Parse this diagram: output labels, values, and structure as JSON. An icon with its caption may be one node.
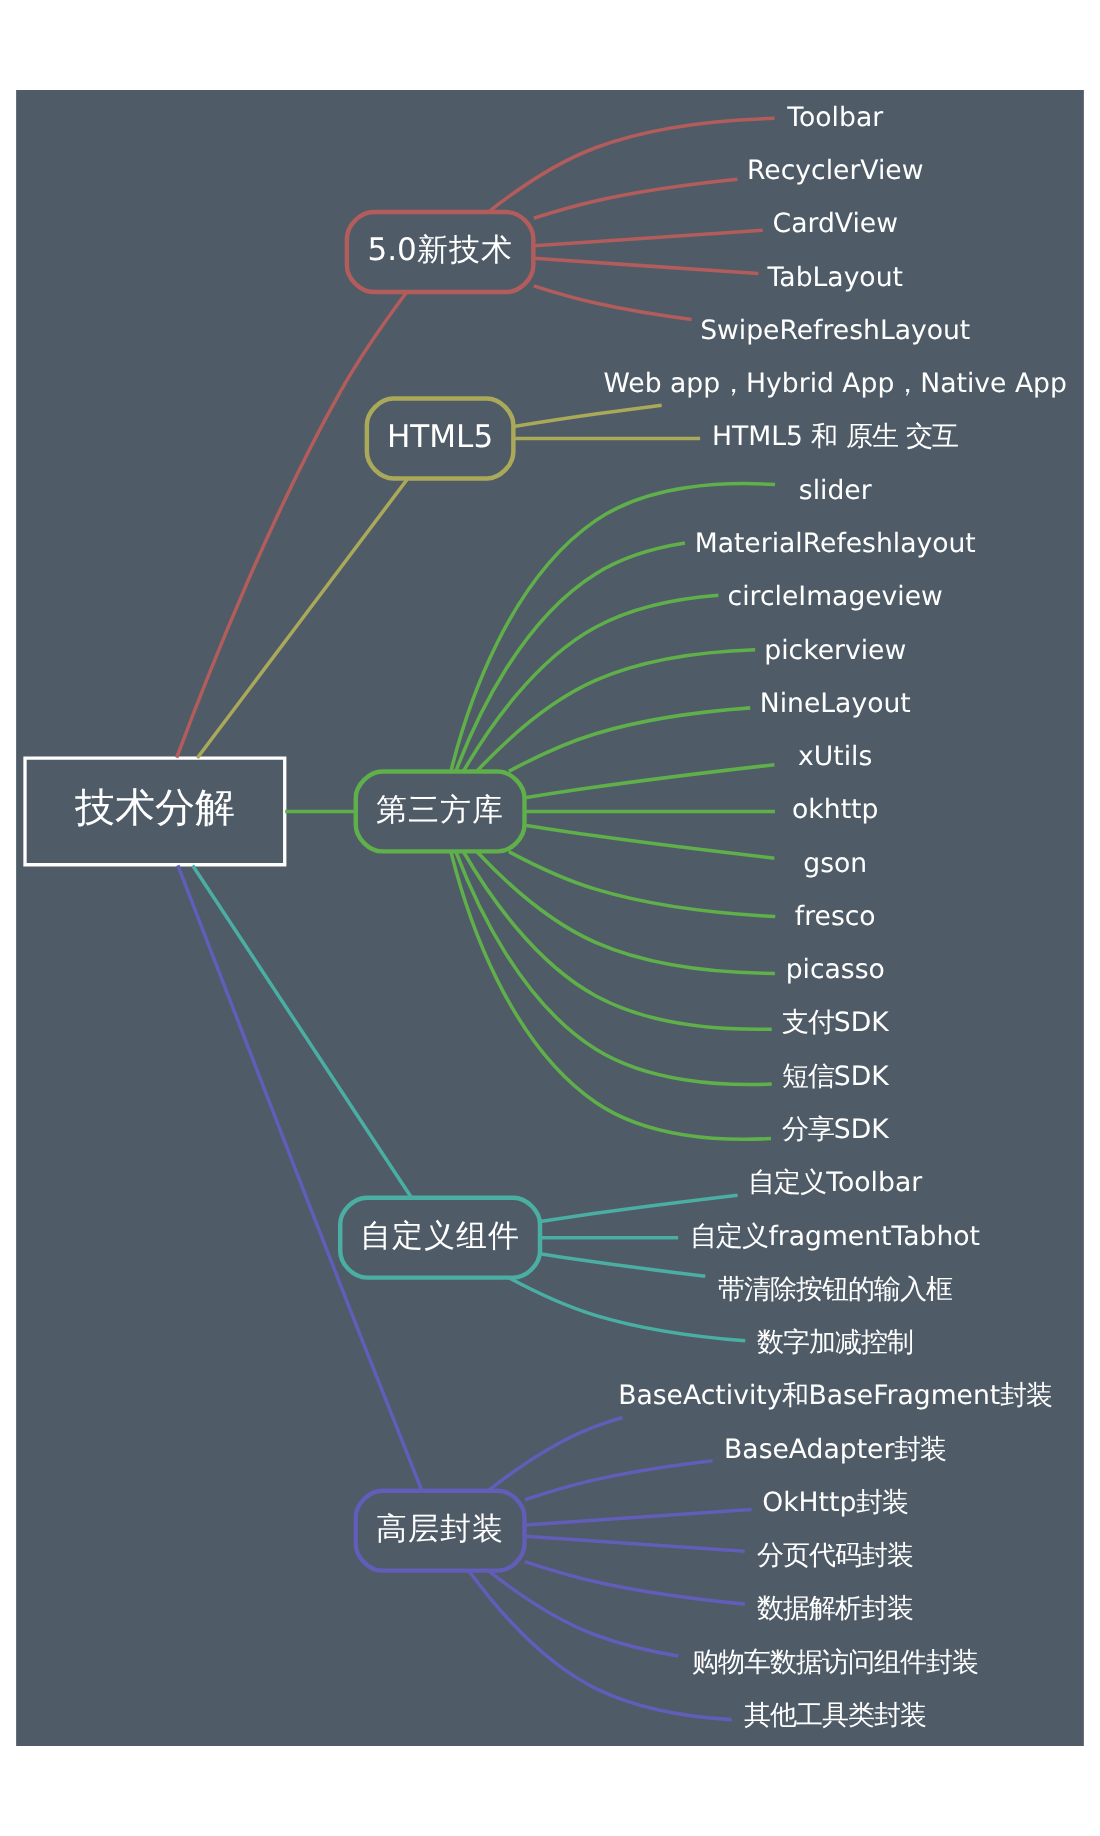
{
  "diagram": {
    "nodes": [
      {
        "text": [
          "技术分解"
        ]
      },
      {
        "text": [
          "5.0新技术"
        ]
      },
      {
        "text": [
          "Toolbar"
        ]
      },
      {
        "text": [
          "RecyclerView"
        ]
      },
      {
        "text": [
          "CardView"
        ]
      },
      {
        "text": [
          "TabLayout"
        ]
      },
      {
        "text": [
          "SwipeRefreshLayout"
        ]
      },
      {
        "text": [
          "HTML5"
        ]
      },
      {
        "text": [
          "Web app，Hybrid App，Native App"
        ]
      },
      {
        "text": [
          "HTML5 和 原生 交互"
        ]
      },
      {
        "text": [
          "第三方库"
        ]
      },
      {
        "text": [
          "slider"
        ]
      },
      {
        "text": [
          "MaterialRefeshlayout"
        ]
      },
      {
        "text": [
          "circleImageview"
        ]
      },
      {
        "text": [
          "pickerview"
        ]
      },
      {
        "text": [
          "NineLayout"
        ]
      },
      {
        "text": [
          "xUtils"
        ]
      },
      {
        "text": [
          "okhttp"
        ]
      },
      {
        "text": [
          "gson"
        ]
      },
      {
        "text": [
          "fresco"
        ]
      },
      {
        "text": [
          "picasso"
        ]
      },
      {
        "text": [
          "支付SDK"
        ]
      },
      {
        "text": [
          "短信SDK"
        ]
      },
      {
        "text": [
          "分享SDK"
        ]
      },
      {
        "text": [
          "自定义组件"
        ]
      },
      {
        "text": [
          "自定义Toolbar"
        ]
      },
      {
        "text": [
          "自定义fragmentTabhot"
        ]
      },
      {
        "text": [
          "带清除按钮的输入框"
        ]
      },
      {
        "text": [
          "数字加减控制"
        ]
      },
      {
        "text": [
          "高层封装"
        ]
      },
      {
        "text": [
          "BaseActivity和BaseFragment封装"
        ]
      },
      {
        "text": [
          "BaseAdapter封装"
        ]
      },
      {
        "text": [
          "OkHttp封装"
        ]
      },
      {
        "text": [
          "分页代码封装"
        ]
      },
      {
        "text": [
          "数据解析封装"
        ]
      },
      {
        "text": [
          "购物车数据访问组件封装"
        ]
      },
      {
        "text": [
          "其他工具类封装"
        ]
      }
    ],
    "edges": [
      {
        "from": 0,
        "to": 1,
        "arrow": "none",
        "color": "#b35c5c"
      },
      {
        "from": 1,
        "to": 2,
        "arrow": "none",
        "color": "#b35c5c"
      },
      {
        "from": 1,
        "to": 3,
        "arrow": "none",
        "color": "#b35c5c"
      },
      {
        "from": 1,
        "to": 4,
        "arrow": "none",
        "color": "#b35c5c"
      },
      {
        "from": 1,
        "to": 5,
        "arrow": "none",
        "color": "#b35c5c"
      },
      {
        "from": 1,
        "to": 6,
        "arrow": "none",
        "color": "#b35c5c"
      },
      {
        "from": 0,
        "to": 7,
        "arrow": "none",
        "color": "#aaa95a"
      },
      {
        "from": 7,
        "to": 8,
        "arrow": "none",
        "color": "#aaa95a"
      },
      {
        "from": 7,
        "to": 9,
        "arrow": "none",
        "color": "#aaa95a"
      },
      {
        "from": 0,
        "to": 10,
        "arrow": "none",
        "color": "#5fb04a"
      },
      {
        "from": 10,
        "to": 11,
        "arrow": "none",
        "color": "#5fb04a"
      },
      {
        "from": 10,
        "to": 12,
        "arrow": "none",
        "color": "#5fb04a"
      },
      {
        "from": 10,
        "to": 13,
        "arrow": "none",
        "color": "#5fb04a"
      },
      {
        "from": 10,
        "to": 14,
        "arrow": "none",
        "color": "#5fb04a"
      },
      {
        "from": 10,
        "to": 15,
        "arrow": "none",
        "color": "#5fb04a"
      },
      {
        "from": 10,
        "to": 16,
        "arrow": "none",
        "color": "#5fb04a"
      },
      {
        "from": 10,
        "to": 17,
        "arrow": "none",
        "color": "#5fb04a"
      },
      {
        "from": 10,
        "to": 18,
        "arrow": "none",
        "color": "#5fb04a"
      },
      {
        "from": 10,
        "to": 19,
        "arrow": "none",
        "color": "#5fb04a"
      },
      {
        "from": 10,
        "to": 20,
        "arrow": "none",
        "color": "#5fb04a"
      },
      {
        "from": 10,
        "to": 21,
        "arrow": "none",
        "color": "#5fb04a"
      },
      {
        "from": 10,
        "to": 22,
        "arrow": "none",
        "color": "#5fb04a"
      },
      {
        "from": 10,
        "to": 23,
        "arrow": "none",
        "color": "#5fb04a"
      },
      {
        "from": 0,
        "to": 24,
        "arrow": "none",
        "color": "#4aaea3"
      },
      {
        "from": 24,
        "to": 25,
        "arrow": "none",
        "color": "#4aaea3"
      },
      {
        "from": 24,
        "to": 26,
        "arrow": "none",
        "color": "#4aaea3"
      },
      {
        "from": 24,
        "to": 27,
        "arrow": "none",
        "color": "#4aaea3"
      },
      {
        "from": 24,
        "to": 28,
        "arrow": "none",
        "color": "#4aaea3"
      },
      {
        "from": 0,
        "to": 29,
        "arrow": "none",
        "color": "#615db8"
      },
      {
        "from": 29,
        "to": 30,
        "arrow": "none",
        "color": "#615db8"
      },
      {
        "from": 29,
        "to": 31,
        "arrow": "none",
        "color": "#615db8"
      },
      {
        "from": 29,
        "to": 32,
        "arrow": "none",
        "color": "#615db8"
      },
      {
        "from": 29,
        "to": 33,
        "arrow": "none",
        "color": "#615db8"
      },
      {
        "from": 29,
        "to": 34,
        "arrow": "none",
        "color": "#615db8"
      },
      {
        "from": 29,
        "to": 35,
        "arrow": "none",
        "color": "#615db8"
      },
      {
        "from": 29,
        "to": 36,
        "arrow": "none",
        "color": "#615db8"
      }
    ]
  }
}
